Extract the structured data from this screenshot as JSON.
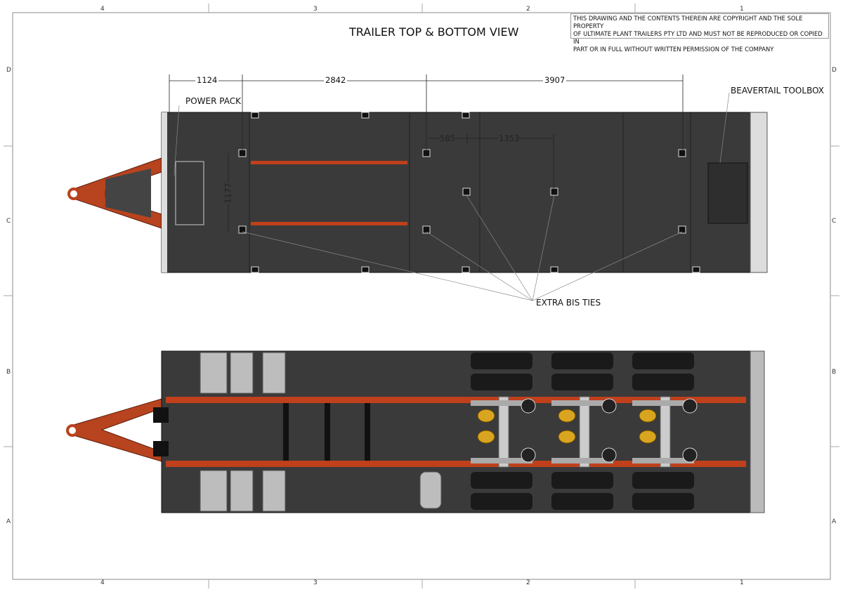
{
  "title": "TRAILER TOP & BOTTOM VIEW",
  "copyright": [
    "THIS DRAWING AND THE CONTENTS THEREIN ARE COPYRIGHT AND THE SOLE PROPERTY",
    "OF ULTIMATE PLANT TRAILERS PTY LTD AND MUST NOT BE REPRODUCED OR COPIED IN",
    "PART OR IN FULL WITHOUT WRITTEN PERMISSION OF THE COMPANY"
  ],
  "zones": {
    "columns": [
      "4",
      "3",
      "2",
      "1"
    ],
    "rows": [
      "D",
      "C",
      "B",
      "A"
    ]
  },
  "dimensions": {
    "d1": "1124",
    "d2": "2842",
    "d3": "3907",
    "d4": "585",
    "d5": "1353",
    "d6": "1177"
  },
  "callouts": {
    "power_pack": "POWER PACK",
    "toolbox": "BEAVERTAIL TOOLBOX",
    "bis_ties": "EXTRA BIS TIES"
  },
  "colors": {
    "deck": "#3a3a3a",
    "frame": "#b8431f",
    "tyre": "#1a1a1a",
    "airbag": "#d9a520"
  }
}
